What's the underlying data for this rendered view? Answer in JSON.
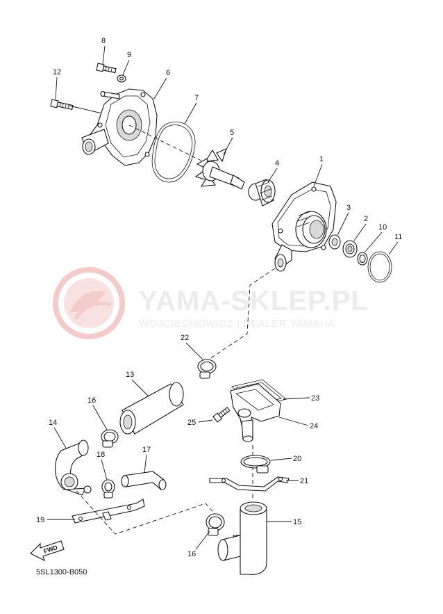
{
  "watermark": {
    "title": "YAMA-SKLEP.PL",
    "subtitle": "WOJCIECHOWICZ | DEALER YAMAHA",
    "logo_color": "#f2c6c6",
    "text_color": "#ececec"
  },
  "callouts": {
    "p1": "1",
    "p2": "2",
    "p3": "3",
    "p4": "4",
    "p5": "5",
    "p6": "6",
    "p7": "7",
    "p8": "8",
    "p9": "9",
    "p10": "10",
    "p11": "11",
    "p12": "12",
    "p13": "13",
    "p14": "14",
    "p15": "15",
    "p16a": "16",
    "p16b": "16",
    "p17": "17",
    "p18": "18",
    "p19": "19",
    "p20": "20",
    "p21": "21",
    "p22": "22",
    "p23": "23",
    "p24": "24",
    "p25": "25"
  },
  "fwd_label": "FWD",
  "diagram_code": "5SL1300-B050"
}
